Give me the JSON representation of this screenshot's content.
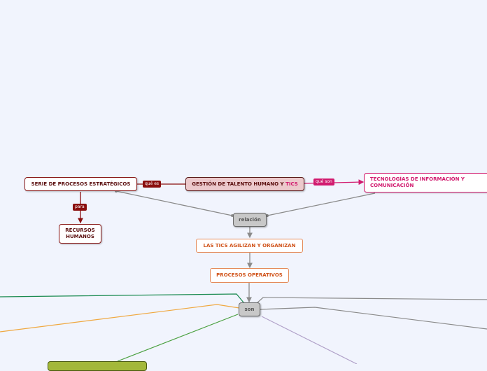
{
  "nodes": {
    "center": {
      "text": "GESTIÓN DE TALENTO HUMANO Y",
      "accent": "TICS"
    },
    "serie": "SERIE DE PROCESOS ESTRATÉGICOS",
    "recursos": "RECURSOS HUMANOS",
    "tecnologias": "TECNOLOGÍAS DE INFORMACIÓN Y COMUNICACIÓN",
    "relacion": "relación",
    "agilizan": "LAS TICS AGILIZAN Y ORGANIZAN",
    "procesos": "PROCESOS OPERATIVOS",
    "son": "son"
  },
  "labels": {
    "que_es": "qué es",
    "que_son": "qué son",
    "para": "para"
  },
  "colors": {
    "background": "#f1f4fd",
    "dark_red": "#8a0e0e",
    "pink": "#d11a6e",
    "orange": "#d0531a",
    "gray": "#8a8a8a",
    "green_dark": "#1a8a50",
    "green_light": "#4aa040",
    "amber": "#f0a840",
    "lavender": "#b0a0c8"
  }
}
